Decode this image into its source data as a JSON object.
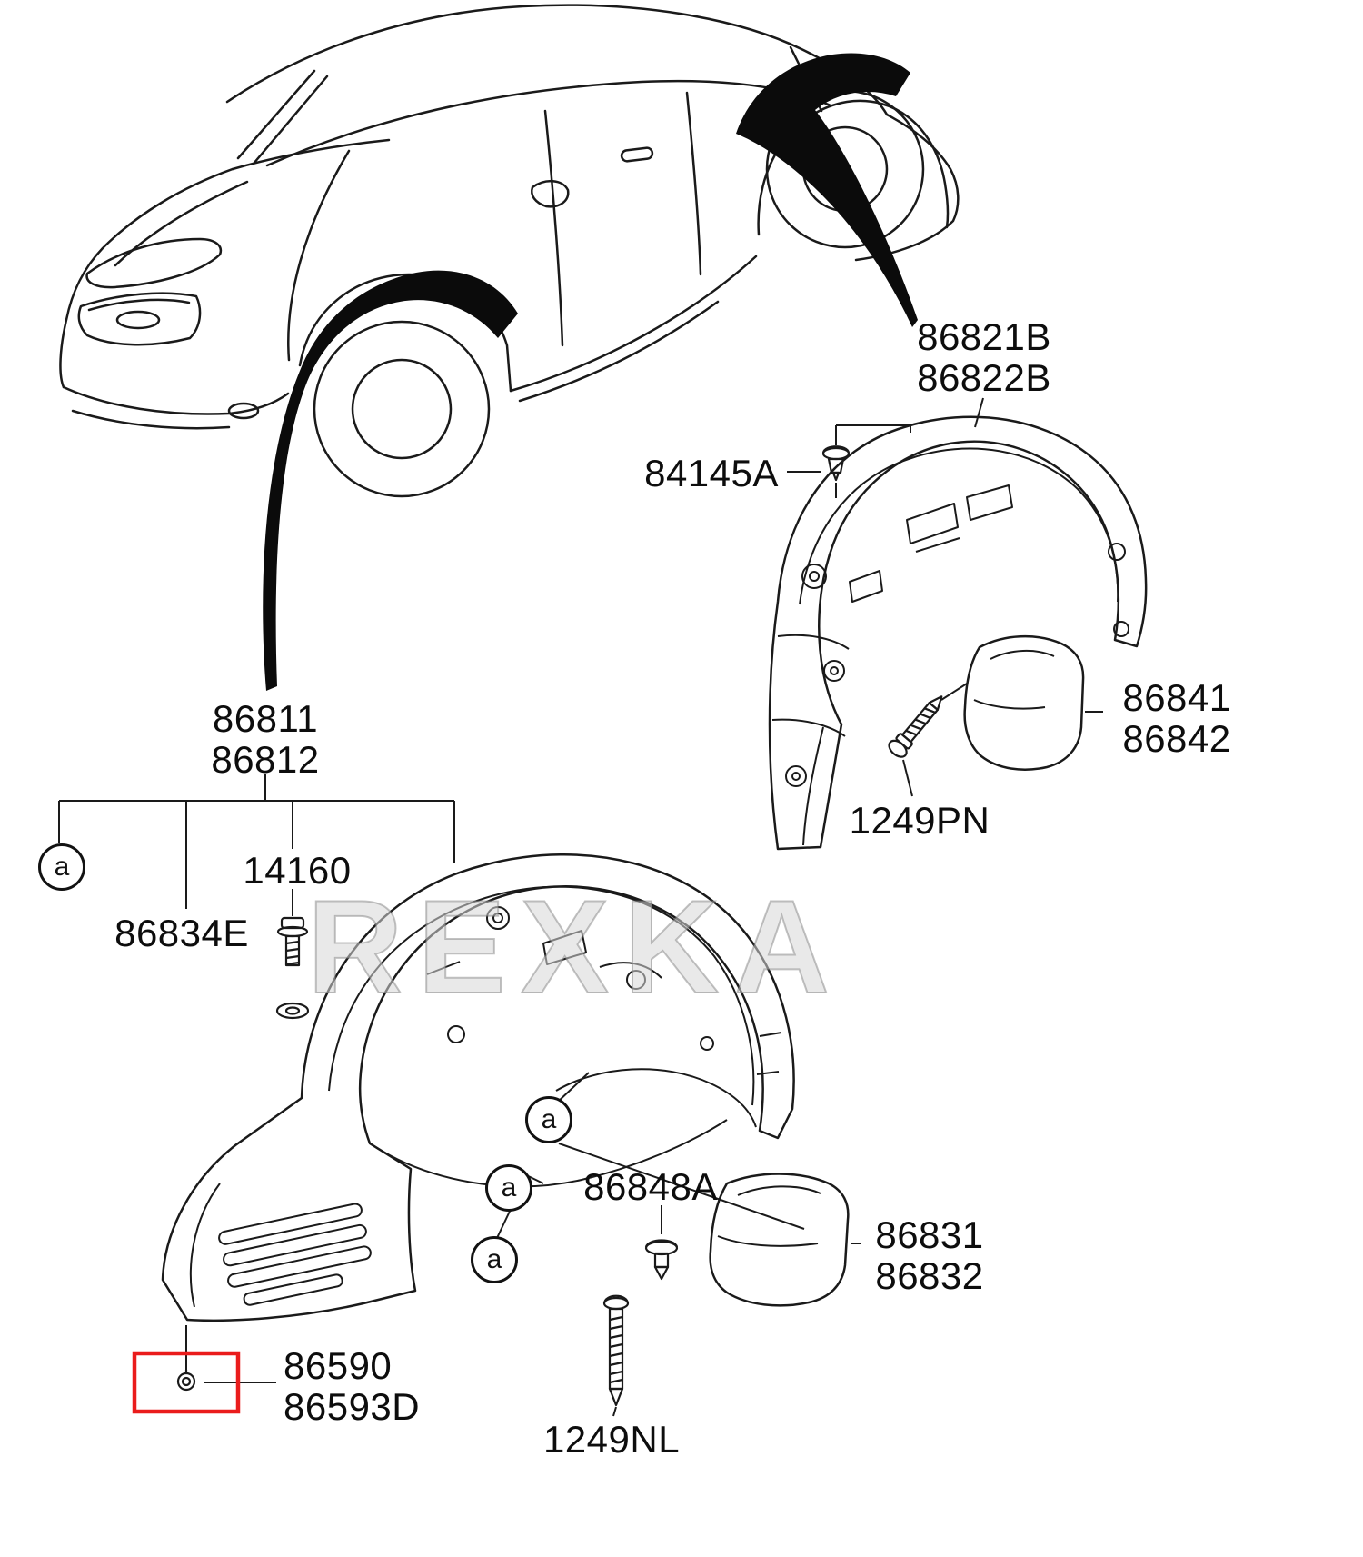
{
  "diagram": {
    "watermark": "REXKA",
    "callout_letter": "a",
    "line_color": "#1a1a1a",
    "highlight_color": "#ea1c1c",
    "background": "#ffffff",
    "parts": {
      "rear_wheel_guard": {
        "line1": "86821B",
        "line2": "86822B"
      },
      "rear_guard_clip": {
        "line1": "84145A"
      },
      "rear_mud_guard": {
        "line1": "86841",
        "line2": "86842"
      },
      "rear_mud_guard_screw": {
        "line1": "1249PN"
      },
      "front_wheel_guard": {
        "line1": "86811",
        "line2": "86812"
      },
      "guard_bolt": {
        "line1": "14160"
      },
      "guard_clip": {
        "line1": "86834E"
      },
      "guard_rivet": {
        "line1": "86848A"
      },
      "front_mud_guard": {
        "line1": "86831",
        "line2": "86832"
      },
      "front_mud_guard_screw": {
        "line1": "1249NL"
      },
      "under_cover_fastener": {
        "line1": "86590",
        "line2": "86593D"
      }
    }
  }
}
